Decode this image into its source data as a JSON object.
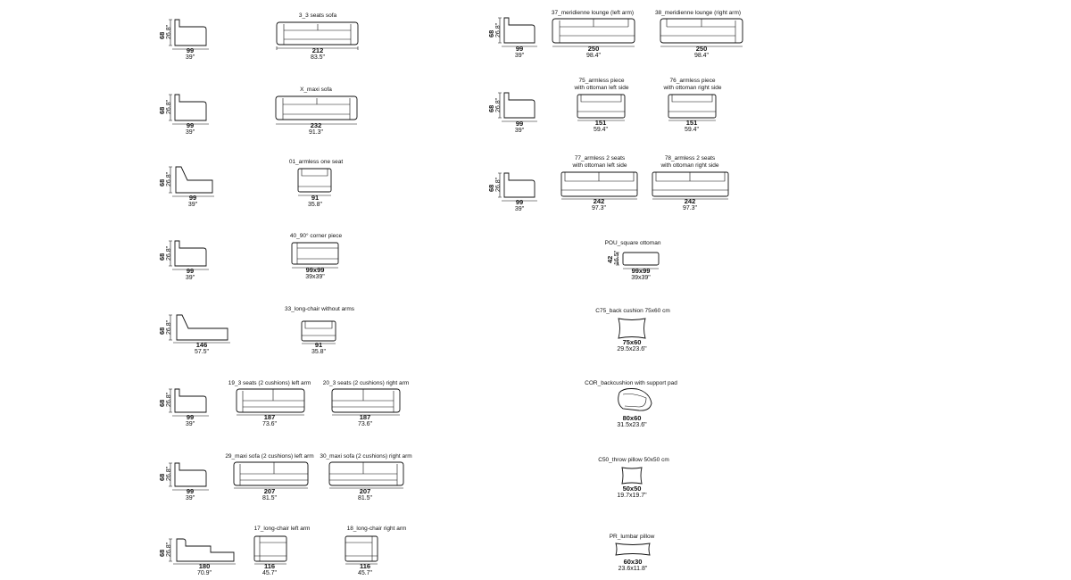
{
  "side_views": [
    {
      "id": "s1",
      "height": "68",
      "height_in": "26.8\"",
      "depth": "99",
      "depth_in": "39\""
    },
    {
      "id": "s2",
      "height": "68",
      "height_in": "26.8\"",
      "depth": "99",
      "depth_in": "39\""
    },
    {
      "id": "s3",
      "height": "68",
      "height_in": "26.8\"",
      "depth": "99",
      "depth_in": "39\""
    },
    {
      "id": "s4",
      "height": "68",
      "height_in": "26.8\"",
      "depth": "99",
      "depth_in": "39\""
    },
    {
      "id": "s5",
      "height": "68",
      "height_in": "26.8\"",
      "depth": "146",
      "depth_in": "57.5\""
    },
    {
      "id": "s6",
      "height": "68",
      "height_in": "26.8\"",
      "depth": "99",
      "depth_in": "39\""
    },
    {
      "id": "s7",
      "height": "68",
      "height_in": "26.8\"",
      "depth": "99",
      "depth_in": "39\""
    },
    {
      "id": "s8",
      "height": "68",
      "height_in": "26.8\"",
      "depth": "180",
      "depth_in": "70.9\""
    },
    {
      "id": "s9",
      "height": "68",
      "height_in": "26.8\"",
      "depth": "99",
      "depth_in": "39\""
    },
    {
      "id": "s10",
      "height": "68",
      "height_in": "26.8\"",
      "depth": "99",
      "depth_in": "39\""
    },
    {
      "id": "s11",
      "height": "68",
      "height_in": "26.8\"",
      "depth": "99",
      "depth_in": "39\""
    },
    {
      "id": "s12",
      "height": "42",
      "height_in": "16.5\"",
      "depth": "",
      "depth_in": ""
    }
  ],
  "pieces": [
    {
      "id": "p1",
      "label": "3_3 seats sofa",
      "label2": "",
      "cm": "212",
      "inch": "83.5\""
    },
    {
      "id": "p2",
      "label": "X_maxi sofa",
      "label2": "",
      "cm": "232",
      "inch": "91.3\""
    },
    {
      "id": "p3",
      "label": "01_armless one seat",
      "label2": "",
      "cm": "91",
      "inch": "35.8\""
    },
    {
      "id": "p4",
      "label": "40_90° corner piece",
      "label2": "",
      "cm": "99x99",
      "inch": "39x39\""
    },
    {
      "id": "p5",
      "label": "33_long-chair without arms",
      "label2": "",
      "cm": "91",
      "inch": "35.8\""
    },
    {
      "id": "p6",
      "label": "19_3 seats (2 cushions) left arm",
      "label2": "",
      "cm": "187",
      "inch": "73.6\""
    },
    {
      "id": "p7",
      "label": "20_3 seats (2 cushions) right arm",
      "label2": "",
      "cm": "187",
      "inch": "73.6\""
    },
    {
      "id": "p8",
      "label": "29_maxi sofa (2 cushions) left arm",
      "label2": "",
      "cm": "207",
      "inch": "81.5\""
    },
    {
      "id": "p9",
      "label": "30_maxi sofa (2 cushions) right arm",
      "label2": "",
      "cm": "207",
      "inch": "81.5\""
    },
    {
      "id": "p10",
      "label": "17_long-chair left arm",
      "label2": "",
      "cm": "116",
      "inch": "45.7\""
    },
    {
      "id": "p11",
      "label": "18_long-chair right arm",
      "label2": "",
      "cm": "116",
      "inch": "45.7\""
    },
    {
      "id": "p12",
      "label": "37_meridienne lounge (left arm)",
      "label2": "",
      "cm": "250",
      "inch": "98.4\""
    },
    {
      "id": "p13",
      "label": "38_meridienne lounge (right arm)",
      "label2": "",
      "cm": "250",
      "inch": "98.4\""
    },
    {
      "id": "p14",
      "label": "75_armless piece",
      "label2": "with ottoman left side",
      "cm": "151",
      "inch": "59.4\""
    },
    {
      "id": "p15",
      "label": "76_armless piece",
      "label2": "with ottoman right side",
      "cm": "151",
      "inch": "59.4\""
    },
    {
      "id": "p16",
      "label": "77_armless 2 seats",
      "label2": "with ottoman left side",
      "cm": "242",
      "inch": "97.3\""
    },
    {
      "id": "p17",
      "label": "78_armless 2 seats",
      "label2": "with ottoman right side",
      "cm": "242",
      "inch": "97.3\""
    },
    {
      "id": "p18",
      "label": "POU_square ottoman",
      "label2": "",
      "cm": "99x99",
      "inch": "39x39\""
    },
    {
      "id": "p19",
      "label": "C75_back cushion 75x60 cm",
      "label2": "",
      "cm": "75x60",
      "inch": "29.5x23.6\""
    },
    {
      "id": "p20",
      "label": "COR_backcushion with support pad",
      "label2": "",
      "cm": "80x60",
      "inch": "31.5x23.6\""
    },
    {
      "id": "p21",
      "label": "C50_throw pillow 50x50 cm",
      "label2": "",
      "cm": "50x50",
      "inch": "19.7x19.7\""
    },
    {
      "id": "p22",
      "label": "PR_lumbar pillow",
      "label2": "",
      "cm": "60x30",
      "inch": "23.6x11.8\""
    }
  ]
}
